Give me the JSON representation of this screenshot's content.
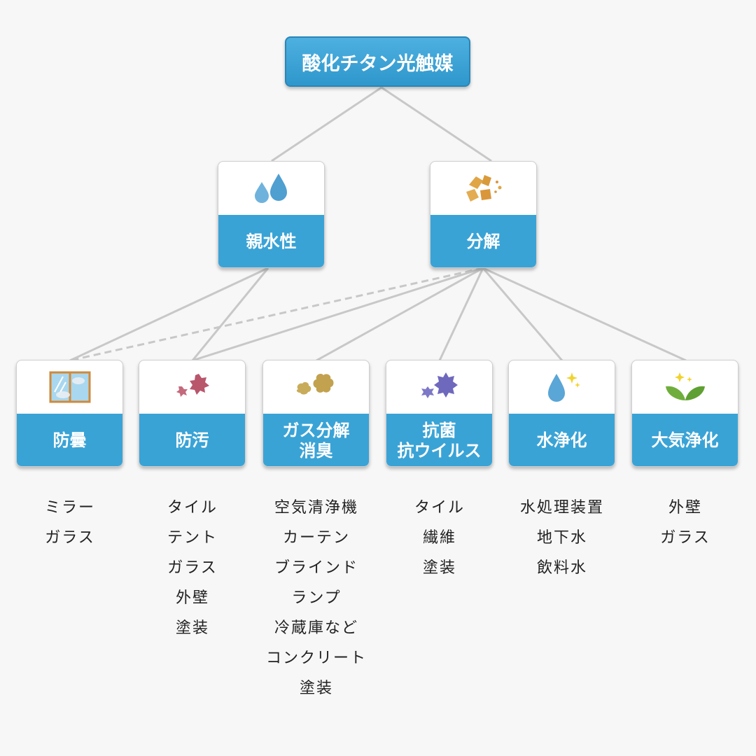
{
  "root": {
    "label": "酸化チタン光触媒"
  },
  "middle": [
    {
      "id": "hydrophilic",
      "label": "親水性",
      "icon": "water-drops-icon"
    },
    {
      "id": "decomposition",
      "label": "分解",
      "icon": "broken-particle-icon"
    }
  ],
  "effects": [
    {
      "id": "antifog",
      "label": "防曇",
      "icon": "window-icon",
      "applications": [
        "ミラー",
        "ガラス"
      ]
    },
    {
      "id": "antifouling",
      "label": "防汚",
      "icon": "dirt-particles-icon",
      "applications": [
        "タイル",
        "テント",
        "ガラス",
        "外壁",
        "塗装"
      ]
    },
    {
      "id": "gas",
      "label": "ガス分解\n消臭",
      "icon": "gas-particles-icon",
      "applications": [
        "空気清浄機",
        "カーテン",
        "ブラインド",
        "ランプ",
        "冷蔵庫など",
        "コンクリート",
        "塗装"
      ]
    },
    {
      "id": "antibacterial",
      "label": "抗菌\n抗ウイルス",
      "icon": "virus-icon",
      "applications": [
        "タイル",
        "繊維",
        "塗装"
      ]
    },
    {
      "id": "water",
      "label": "水浄化",
      "icon": "sparkling-drop-icon",
      "applications": [
        "水処理装置",
        "地下水",
        "飲料水"
      ]
    },
    {
      "id": "air",
      "label": "大気浄化",
      "icon": "sprout-icon",
      "applications": [
        "外壁",
        "ガラス"
      ]
    }
  ],
  "colors": {
    "label_background": "#3aa3d6",
    "connector": "#c8c8c8"
  }
}
